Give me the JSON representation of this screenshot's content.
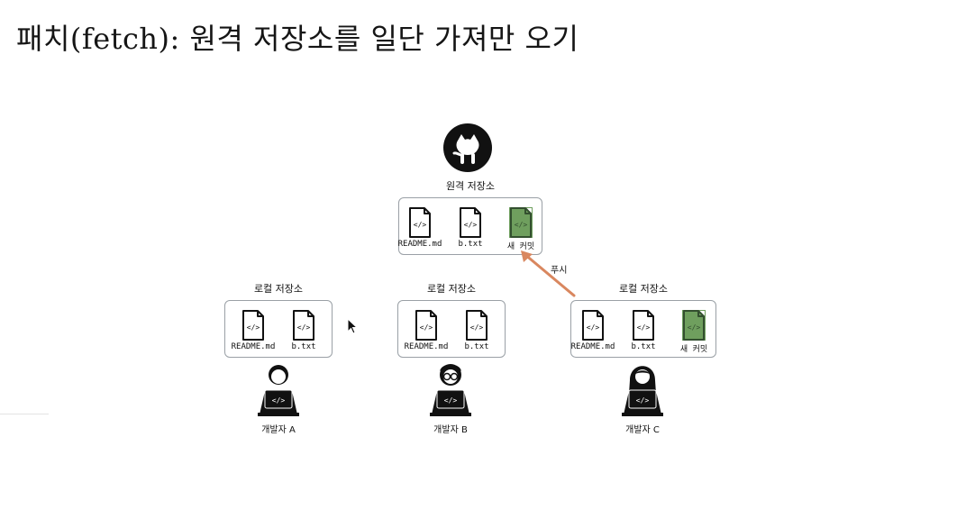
{
  "slide": {
    "title": "패치(fetch): 원격 저장소를 일단 가져만 오기"
  },
  "remote": {
    "title": "원격 저장소",
    "files": [
      {
        "name": "README.md",
        "highlighted": false
      },
      {
        "name": "b.txt",
        "highlighted": false
      },
      {
        "name": "새 커밋",
        "highlighted": true
      }
    ]
  },
  "locals": [
    {
      "title": "로컬 저장소",
      "files": [
        {
          "name": "README.md",
          "highlighted": false
        },
        {
          "name": "b.txt",
          "highlighted": false
        }
      ]
    },
    {
      "title": "로컬 저장소",
      "files": [
        {
          "name": "README.md",
          "highlighted": false
        },
        {
          "name": "b.txt",
          "highlighted": false
        }
      ]
    },
    {
      "title": "로컬 저장소",
      "files": [
        {
          "name": "README.md",
          "highlighted": false
        },
        {
          "name": "b.txt",
          "highlighted": false
        },
        {
          "name": "새 커밋",
          "highlighted": true
        }
      ]
    }
  ],
  "developers": [
    {
      "label": "개발자 A",
      "avatar": "developer-male-icon"
    },
    {
      "label": "개발자 B",
      "avatar": "developer-glasses-icon"
    },
    {
      "label": "개발자 C",
      "avatar": "developer-female-icon"
    }
  ],
  "arrow": {
    "label": "푸시",
    "color": "#d9875f"
  },
  "colors": {
    "commit_fill": "#6f9f5e",
    "commit_dark": "#334f2f",
    "box_border": "#9aa0a6",
    "icon_dark": "#111111"
  },
  "icons": {
    "remote": "github-icon",
    "file": "code-file-icon",
    "cursor": "mouse-cursor-icon"
  }
}
